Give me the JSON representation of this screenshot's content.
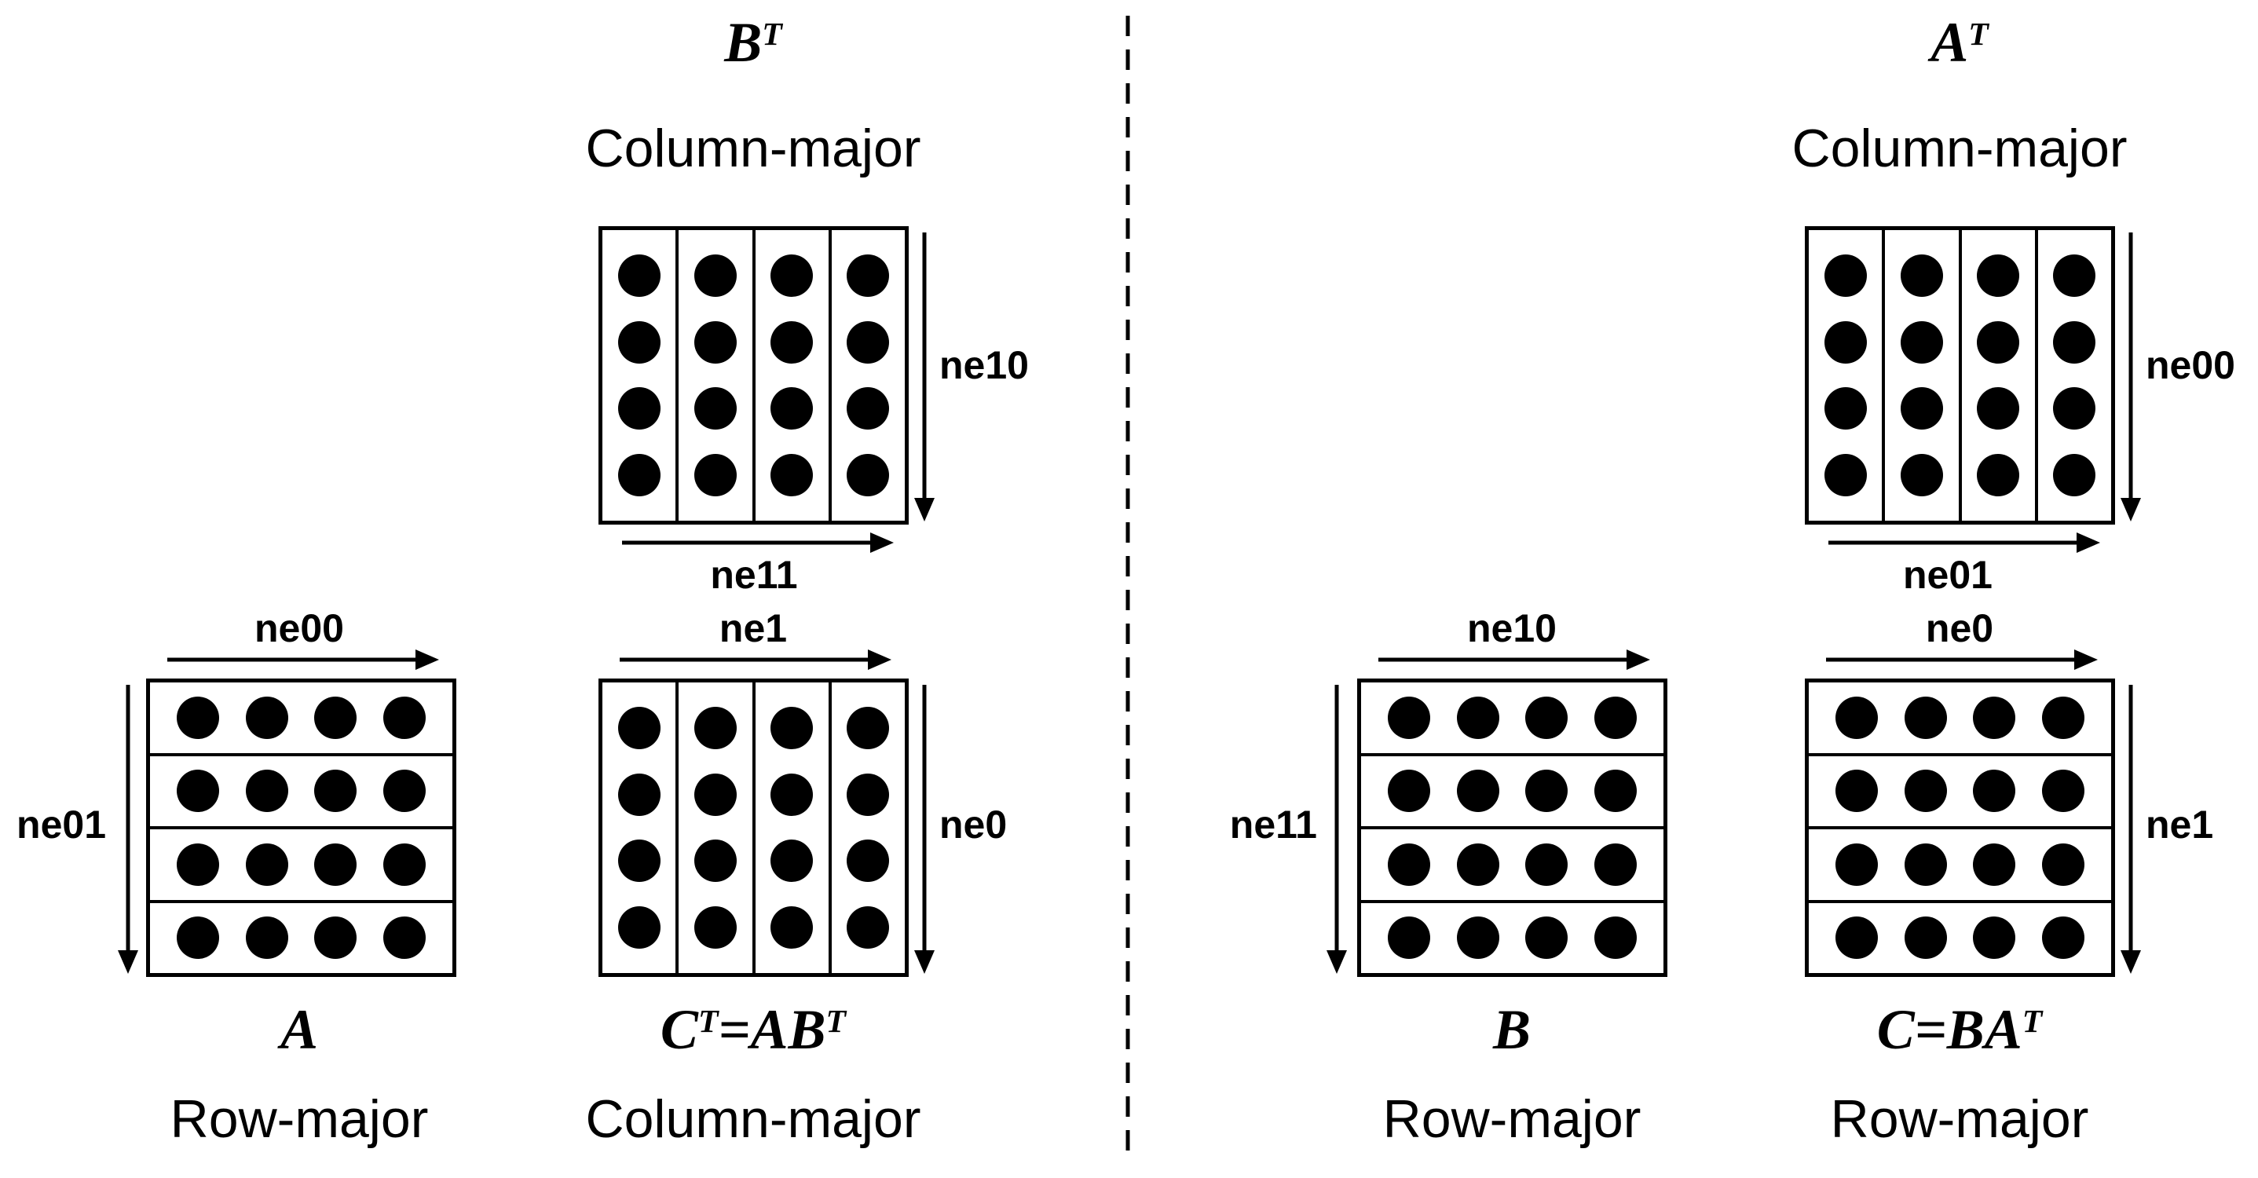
{
  "grid": {
    "rows": 4,
    "cols": 4
  },
  "colors": {
    "ink": "#000000",
    "background": "#ffffff"
  },
  "groups": {
    "bt": {
      "name": {
        "n1": "B",
        "s1": "T",
        "n2": "",
        "s2": ""
      },
      "layout": "Column-major",
      "arrow_right": "ne10",
      "arrow_bottom": "ne11"
    },
    "a": {
      "name": {
        "n1": "A",
        "s1": "",
        "n2": "",
        "s2": ""
      },
      "layout": "Row-major",
      "arrow_top": "ne00",
      "arrow_left": "ne01"
    },
    "ct": {
      "name": {
        "n1": "C",
        "s1": "T",
        "n2": "=AB",
        "s2": "T"
      },
      "layout": "Column-major",
      "arrow_top": "ne1",
      "arrow_right": "ne0"
    },
    "b": {
      "name": {
        "n1": "B",
        "s1": "",
        "n2": "",
        "s2": ""
      },
      "layout": "Row-major",
      "arrow_top": "ne10",
      "arrow_left": "ne11"
    },
    "at": {
      "name": {
        "n1": "A",
        "s1": "T",
        "n2": "",
        "s2": ""
      },
      "layout": "Column-major",
      "arrow_right": "ne00",
      "arrow_bottom": "ne01"
    },
    "c": {
      "name": {
        "n1": "C=BA",
        "s1": "T",
        "n2": "",
        "s2": ""
      },
      "layout": "Row-major",
      "arrow_top": "ne0",
      "arrow_right": "ne1"
    }
  }
}
